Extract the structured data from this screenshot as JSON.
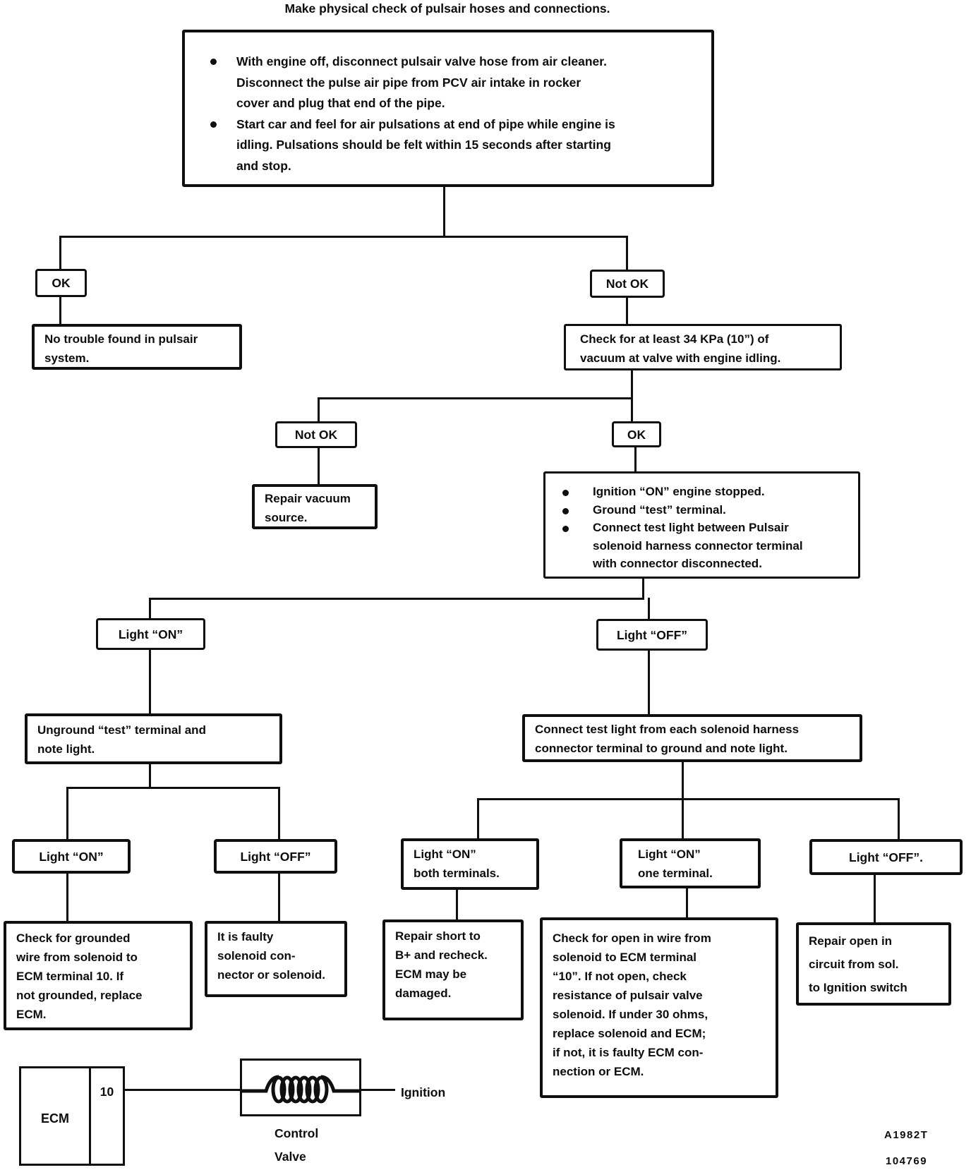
{
  "title": "Make physical check of pulsair hoses and connections.",
  "nodes": {
    "physical_check": {
      "bullets": [
        [
          "With engine off, disconnect pulsair valve hose from air cleaner.",
          "Disconnect the pulse air pipe from PCV air intake in rocker",
          "cover and plug that end of the pipe."
        ],
        [
          "Start car and feel for air pulsations at end of pipe while engine is",
          "idling. Pulsations should be felt within 15 seconds after starting",
          "and stop."
        ]
      ]
    },
    "ok_1": "OK",
    "not_ok_1": "Not OK",
    "no_trouble": [
      "No trouble found in pulsair",
      "system."
    ],
    "check_vacuum": [
      "Check for at least 34 KPa (10”) of",
      "vacuum at  valve with engine idling."
    ],
    "not_ok_2": "Not OK",
    "ok_2": "OK",
    "repair_vacuum": [
      "Repair vacuum",
      "source."
    ],
    "ignition_test": {
      "bullets": [
        "Ignition “ON” engine stopped.",
        "Ground “test” terminal.",
        [
          "Connect test light between Pulsair",
          "solenoid harness connector terminal",
          "with connector disconnected."
        ]
      ]
    },
    "light_on_a": "Light “ON”",
    "light_off_a": "Light “OFF”",
    "unground": [
      "Unground “test” terminal and",
      "note light."
    ],
    "connect_each": [
      "Connect test light from each solenoid harness",
      "connector terminal to ground and note light."
    ],
    "light_on_b": "Light “ON”",
    "light_off_b": "Light “OFF”",
    "check_grounded": [
      "Check for grounded",
      "wire from solenoid to",
      "ECM terminal 10. If",
      "not grounded, replace",
      "ECM."
    ],
    "faulty_solenoid": [
      "It is faulty",
      "solenoid con-",
      "nector or solenoid."
    ],
    "light_on_both": [
      "Light “ON”",
      "both terminals."
    ],
    "light_on_one": [
      "Light “ON”",
      "one terminal."
    ],
    "light_off_c": "Light “OFF”.",
    "repair_short": [
      "Repair short to",
      "B+ and recheck.",
      "ECM may be",
      "damaged."
    ],
    "check_open": [
      "Check for open in wire from",
      "solenoid to ECM terminal",
      "“10”. If not open, check",
      "resistance of pulsair valve",
      "solenoid. If under 30 ohms,",
      "replace solenoid and ECM;",
      "if not, it is faulty ECM con-",
      "nection or ECM."
    ],
    "repair_open": [
      "Repair open in",
      "circuit from sol.",
      "to Ignition switch"
    ]
  },
  "schematic": {
    "ecm_label": "ECM",
    "terminal_number": "10",
    "control_valve_label": [
      "Control",
      "Valve"
    ],
    "ignition_label": "Ignition"
  },
  "footer": {
    "figure_code": "A1982T",
    "page_code": "104769"
  }
}
